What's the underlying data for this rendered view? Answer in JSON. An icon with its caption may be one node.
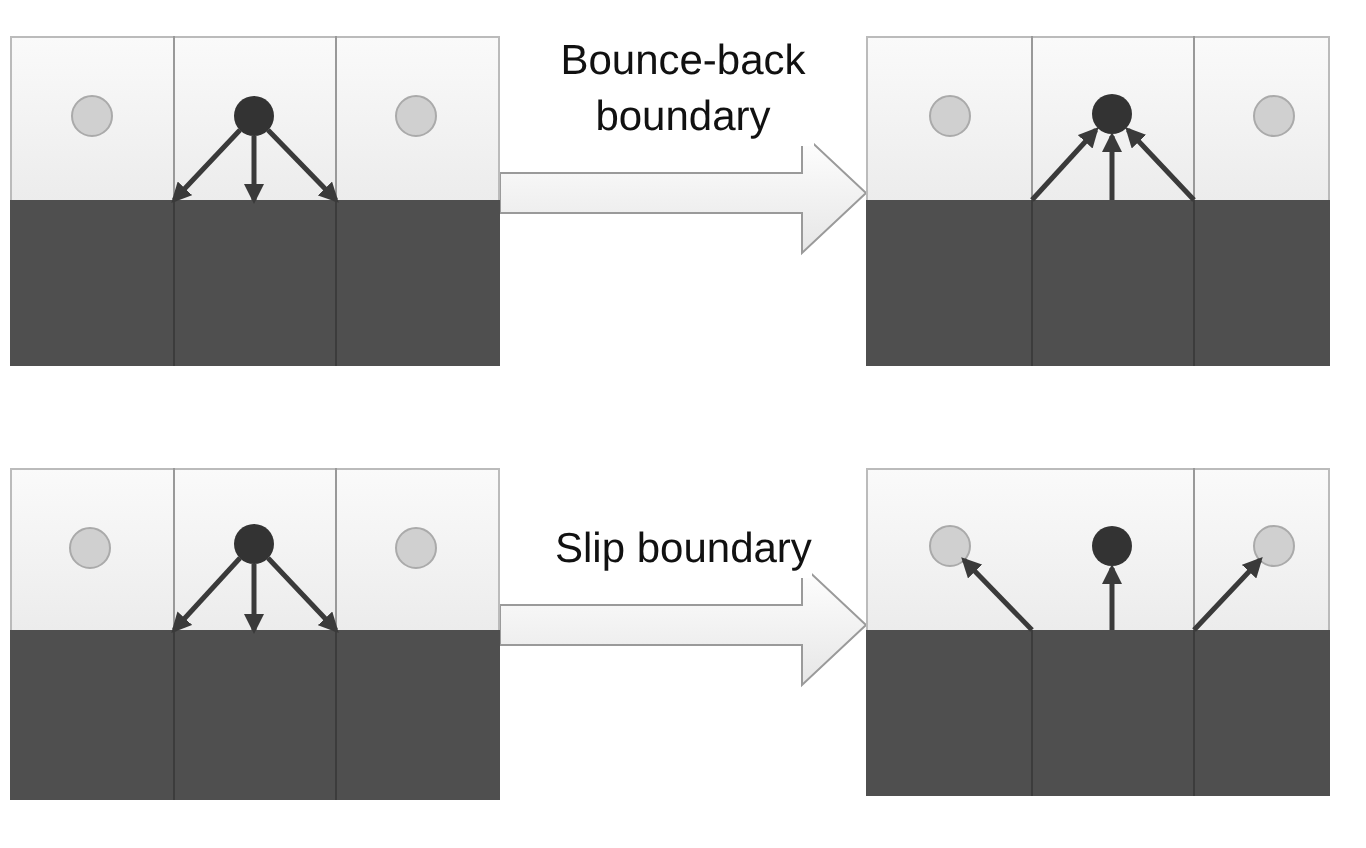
{
  "diagram": {
    "nodes": [
      {
        "text": [],
        "shape": "box"
      },
      {
        "text": [],
        "shape": "box"
      },
      {
        "text": [],
        "shape": "box"
      },
      {
        "text": [],
        "shape": "box"
      }
    ],
    "edges": [
      {
        "from": 0,
        "to": 1,
        "arrow": "to",
        "style": "thick",
        "label": "Bounce-back boundary"
      },
      {
        "from": 2,
        "to": 3,
        "arrow": "to",
        "style": "thick",
        "label": "Slip boundary"
      }
    ]
  }
}
